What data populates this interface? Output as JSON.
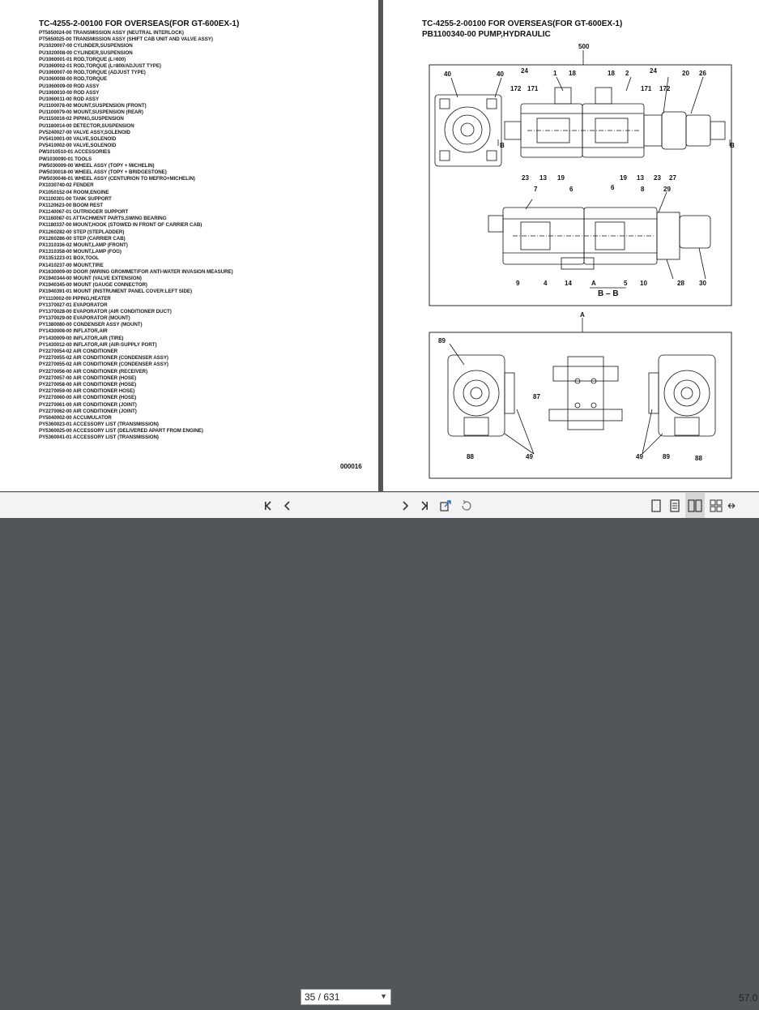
{
  "left_page": {
    "title": "TC-4255-2-00100 FOR OVERSEAS(FOR GT-600EX-1)",
    "items": [
      "PT5650024-00 TRANSMISSION ASSY (NEUTRAL INTERLOCK)",
      "PT5650025-00 TRANSMISSION ASSY (SHIFT CAB UNIT AND VALVE ASSY)",
      "PU1020007-00 CYLINDER,SUSPENSION",
      "PU1020008-00 CYLINDER,SUSPENSION",
      "PU1060001-01 ROD,TORQUE (L=600)",
      "PU1060002-01 ROD,TORQUE (L=800/ADJUST TYPE)",
      "PU1060007-00 ROD,TORQUE (ADJUST TYPE)",
      "PU1060008-00 ROD,TORQUE",
      "PU1060009-00 ROD ASSY",
      "PU1060010-00 ROD ASSY",
      "PU1060011-00 ROD ASSY",
      "PU1100078-00 MOUNT,SUSPENSION (FRONT)",
      "PU1100079-00 MOUNT,SUSPENSION (REAR)",
      "PU1150016-02 PIPING,SUSPENSION",
      "PU1180014-00 DETECTOR,SUSPENSION",
      "PV5240027-00 VALVE ASSY,SOLENOID",
      "PV5410001-00 VALVE,SOLENOID",
      "PV5410002-00 VALVE,SOLENOID",
      "PW1010510-01 ACCESSORIES",
      "PW1030090-01 TOOLS",
      "PW5030009-00 WHEEL ASSY (TOPY + MICHELIN)",
      "PW5030018-00 WHEEL ASSY (TOPY + BRIDGESTONE)",
      "PW5030046-01 WHEEL ASSY (CENTURION TO MEFRO+MICHELIN)",
      "PX1030740-02 FENDER",
      "PX1050152-04 ROOM,ENGINE",
      "PX1100301-00 TANK SUPPORT",
      "PX1120623-00 BOOM REST",
      "PX1140067-01 OUTRIGGER SUPPORT",
      "PX1160087-01 ATTACHMENT PARTS,SWING BEARING",
      "PX1180337-00 MOUNT,HOOK (STOWED IN FRONT OF CARRIER CAB)",
      "PX1260282-00 STEP (STEPLADDER)",
      "PX1260286-00 STEP (CARRIER CAB)",
      "PX1310336-02 MOUNT,LAMP (FRONT)",
      "PX1310358-00 MOUNT,LAMP (FOG)",
      "PX1351223-01 BOX,TOOL",
      "PX1410237-00 MOUNT,TIRE",
      "PX1630009-00 DOOR (WIRING GROMMET/FOR ANTI-WATER INVASION MEASURE)",
      "PX1940344-00 MOUNT (VALVE EXTENSION)",
      "PX1940345-00 MOUNT (GAUGE CONNECTOR)",
      "PX1940391-01 MOUNT (INSTRUMENT PANEL COVER:LEFT SIDE)",
      "PY1110002-00 PIPING,HEATER",
      "PY1370027-01 EVAPORATOR",
      "PY1370028-00 EVAPORATOR (AIR CONDITIONER DUCT)",
      "PY1370029-00 EVAPORATOR (MOUNT)",
      "PY1380080-00 CONDENSER ASSY (MOUNT)",
      "PY1430008-00 INFLATOR,AIR",
      "PY1430009-00 INFLATOR,AIR (TIRE)",
      "PY1430012-00 INFLATOR,AIR (AIR-SUPPLY PORT)",
      "PY2270054-02 AIR CONDITIONER",
      "PY2270055-02 AIR CONDITIONER (CONDENSER ASSY)",
      "PY2270055-02 AIR CONDITIONER (CONDENSER ASSY)",
      "PY2270056-00 AIR CONDITIONER (RECEIVER)",
      "PY2270057-00 AIR CONDITIONER (HOSE)",
      "PY2270058-00 AIR CONDITIONER (HOSE)",
      "PY2270059-00 AIR CONDITIONER HOSE)",
      "PY2270060-00 AIR CONDITIONER (HOSE)",
      "PY2270061-00 AIR CONDITIONER (JOINT)",
      "PY2270062-00 AIR CONDITIONER (JOINT)",
      "PY5040002-00 ACCUMULATOR",
      "PY5360023-01 ACCESSORY LIST (TRANSMISSION)",
      "PY5360025-00 ACCESSORY LIST (DELIVERED APART FROM ENGINE)",
      "PY5360041-01 ACCESSORY LIST (TRANSMISSION)"
    ],
    "page_number": "000016"
  },
  "right_page": {
    "title": "TC-4255-2-00100 FOR OVERSEAS(FOR GT-600EX-1)",
    "subtitle": "PB1100340-00 PUMP,HYDRAULIC",
    "labels": {
      "top": {
        "l500": "500",
        "l40a": "40",
        "l40b": "40",
        "l24a": "24",
        "l172a": "172",
        "l171a": "171",
        "l1": "1",
        "l18a": "18",
        "l18b": "18",
        "l2": "2",
        "l24b": "24",
        "l171b": "171",
        "l172b": "172",
        "l20": "20",
        "l26": "26",
        "lBa": "B",
        "lBb": "B",
        "l23a": "23",
        "l13a": "13",
        "l19a": "19",
        "l19b": "19",
        "l13b": "13",
        "l23b": "23",
        "l27": "27"
      },
      "section": {
        "l7": "7",
        "l6a": "6",
        "l6b": "6",
        "l8": "8",
        "l29": "29",
        "l9": "9",
        "l4": "4",
        "l14": "14",
        "lA": "A",
        "l5": "5",
        "l10": "10",
        "l28": "28",
        "l30": "30",
        "title": "B – B"
      },
      "bottom": {
        "lA": "A",
        "l89a": "89",
        "l87": "87",
        "l88a": "88",
        "l49a": "49",
        "l49b": "49",
        "l89b": "89",
        "l88b": "88"
      }
    }
  },
  "toolbar": {
    "page_input": "35 / 631",
    "zoom": "57.0",
    "icons": [
      "first-page-icon",
      "prev-page-icon",
      "dropdown-icon",
      "next-page-icon",
      "last-page-icon",
      "rotate-icon",
      "single-page-view-icon",
      "reading-mode-icon",
      "two-page-view-icon",
      "grid-view-icon",
      "fit-width-icon"
    ]
  },
  "colors": {
    "viewer_background": "#525659",
    "toolbar": "#f3f3f3"
  }
}
